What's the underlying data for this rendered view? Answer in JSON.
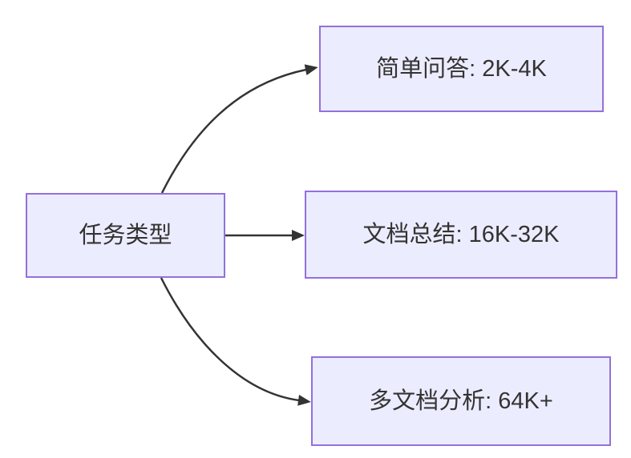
{
  "diagram": {
    "type": "flowchart-left-to-right",
    "root": {
      "label": "任务类型"
    },
    "branches": [
      {
        "label": "简单问答: 2K-4K"
      },
      {
        "label": "文档总结: 16K-32K"
      },
      {
        "label": "多文档分析: 64K+"
      }
    ],
    "colors": {
      "node_fill": "#ECECFF",
      "node_border": "#9370DB",
      "edge": "#333333",
      "text": "#333333",
      "background": "#FFFFFF"
    }
  }
}
